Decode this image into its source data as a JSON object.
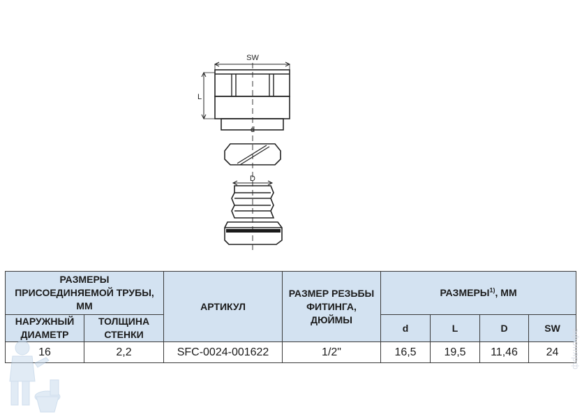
{
  "drawing": {
    "labels": {
      "sw": "SW",
      "l": "L",
      "d": "d",
      "D": "D"
    }
  },
  "table": {
    "header": {
      "pipe_group": [
        "РАЗМЕРЫ",
        "ПРИСОЕДИНЯЕМОЙ ТРУБЫ,",
        "ММ"
      ],
      "outer_diameter": [
        "НАРУЖНЫЙ",
        "ДИАМЕТР"
      ],
      "wall_thickness": [
        "ТОЛЩИНА",
        "СТЕНКИ"
      ],
      "article": "АРТИКУЛ",
      "thread": [
        "РАЗМЕР РЕЗЬБЫ",
        "ФИТИНГА,",
        "ДЮЙМЫ"
      ],
      "dims_group": "РАЗМЕРЫ",
      "dims_sup": "1)",
      "dims_unit": ", ММ",
      "d": "d",
      "L": "L",
      "D": "D",
      "SW": "SW"
    },
    "rows": [
      {
        "outer_diameter": "16",
        "wall_thickness": "2,2",
        "article": "SFC-0024-001622",
        "thread": "1/2\"",
        "d": "16,5",
        "L": "19,5",
        "D": "11,46",
        "SW": "24"
      }
    ]
  },
  "watermark": {
    "text": "афонярф"
  },
  "colors": {
    "header_bg": "#d3e2f1",
    "border": "#3a3a3a",
    "drawing_stroke": "#222222"
  }
}
